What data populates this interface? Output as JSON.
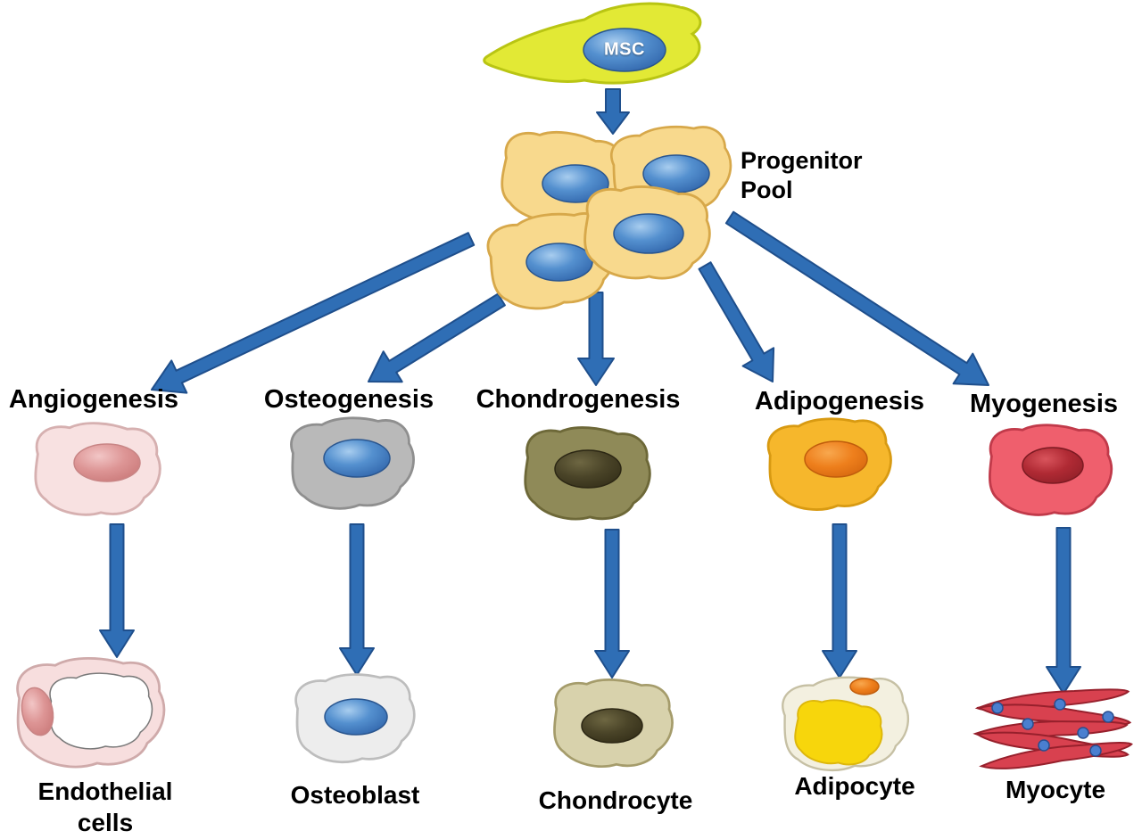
{
  "diagram": {
    "msc_label": "MSC",
    "progenitor_pool": {
      "line1": "Progenitor",
      "line2": "Pool"
    }
  },
  "lineages": [
    {
      "id": "angiogenesis",
      "process_label": "Angiogenesis",
      "result_label": "Endothelial cells",
      "result_line1": "Endothelial",
      "result_line2": "cells"
    },
    {
      "id": "osteogenesis",
      "process_label": "Osteogenesis",
      "result_label": "Osteoblast"
    },
    {
      "id": "chondrogenesis",
      "process_label": "Chondrogenesis",
      "result_label": "Chondrocyte"
    },
    {
      "id": "adipogenesis",
      "process_label": "Adipogenesis",
      "result_label": "Adipocyte"
    },
    {
      "id": "myogenesis",
      "process_label": "Myogenesis",
      "result_label": "Myocyte"
    }
  ],
  "colors": {
    "arrow": "#2f6eb5",
    "arrow_outline": "#1f4f8c",
    "msc_cell": "#e2e935",
    "progenitor_cell": "#f8d98d",
    "nucleus_blue": "#4a86c8",
    "angiogenesis_cell": "#f8e1e1",
    "angiogenesis_nucleus": "#dd9595",
    "osteogenesis_cell": "#b9b9b9",
    "chondrogenesis_cell": "#8f8a58",
    "chondrogenesis_nucleus": "#4a4428",
    "adipogenesis_cell": "#f6b72c",
    "adipogenesis_nucleus": "#ee7f1c",
    "myogenesis_cell": "#ef5f6d",
    "myogenesis_nucleus": "#b02a34",
    "endothelial_cell": "#f7dede",
    "osteoblast_cell": "#ededed",
    "chondrocyte_cell": "#d8d2ac",
    "adipocyte_droplet": "#f7d60c",
    "myocyte_fiber": "#d8414f"
  }
}
